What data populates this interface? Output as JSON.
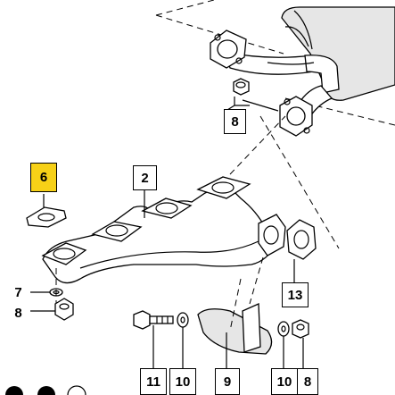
{
  "parts": [
    {
      "id": "p6",
      "label": "6",
      "highlighted": true
    },
    {
      "id": "p2",
      "label": "2",
      "highlighted": false
    },
    {
      "id": "p8a",
      "label": "8",
      "highlighted": false
    },
    {
      "id": "p7",
      "label": "7",
      "highlighted": false
    },
    {
      "id": "p8b",
      "label": "8",
      "highlighted": false
    },
    {
      "id": "p13",
      "label": "13",
      "highlighted": false
    },
    {
      "id": "p11",
      "label": "11",
      "highlighted": false
    },
    {
      "id": "p10a",
      "label": "10",
      "highlighted": false
    },
    {
      "id": "p9",
      "label": "9",
      "highlighted": false
    },
    {
      "id": "p10b",
      "label": "10",
      "highlighted": false
    },
    {
      "id": "p8c",
      "label": "8",
      "highlighted": false
    }
  ],
  "colors": {
    "highlight": "#f7d117",
    "line": "#000000",
    "background": "#ffffff"
  }
}
